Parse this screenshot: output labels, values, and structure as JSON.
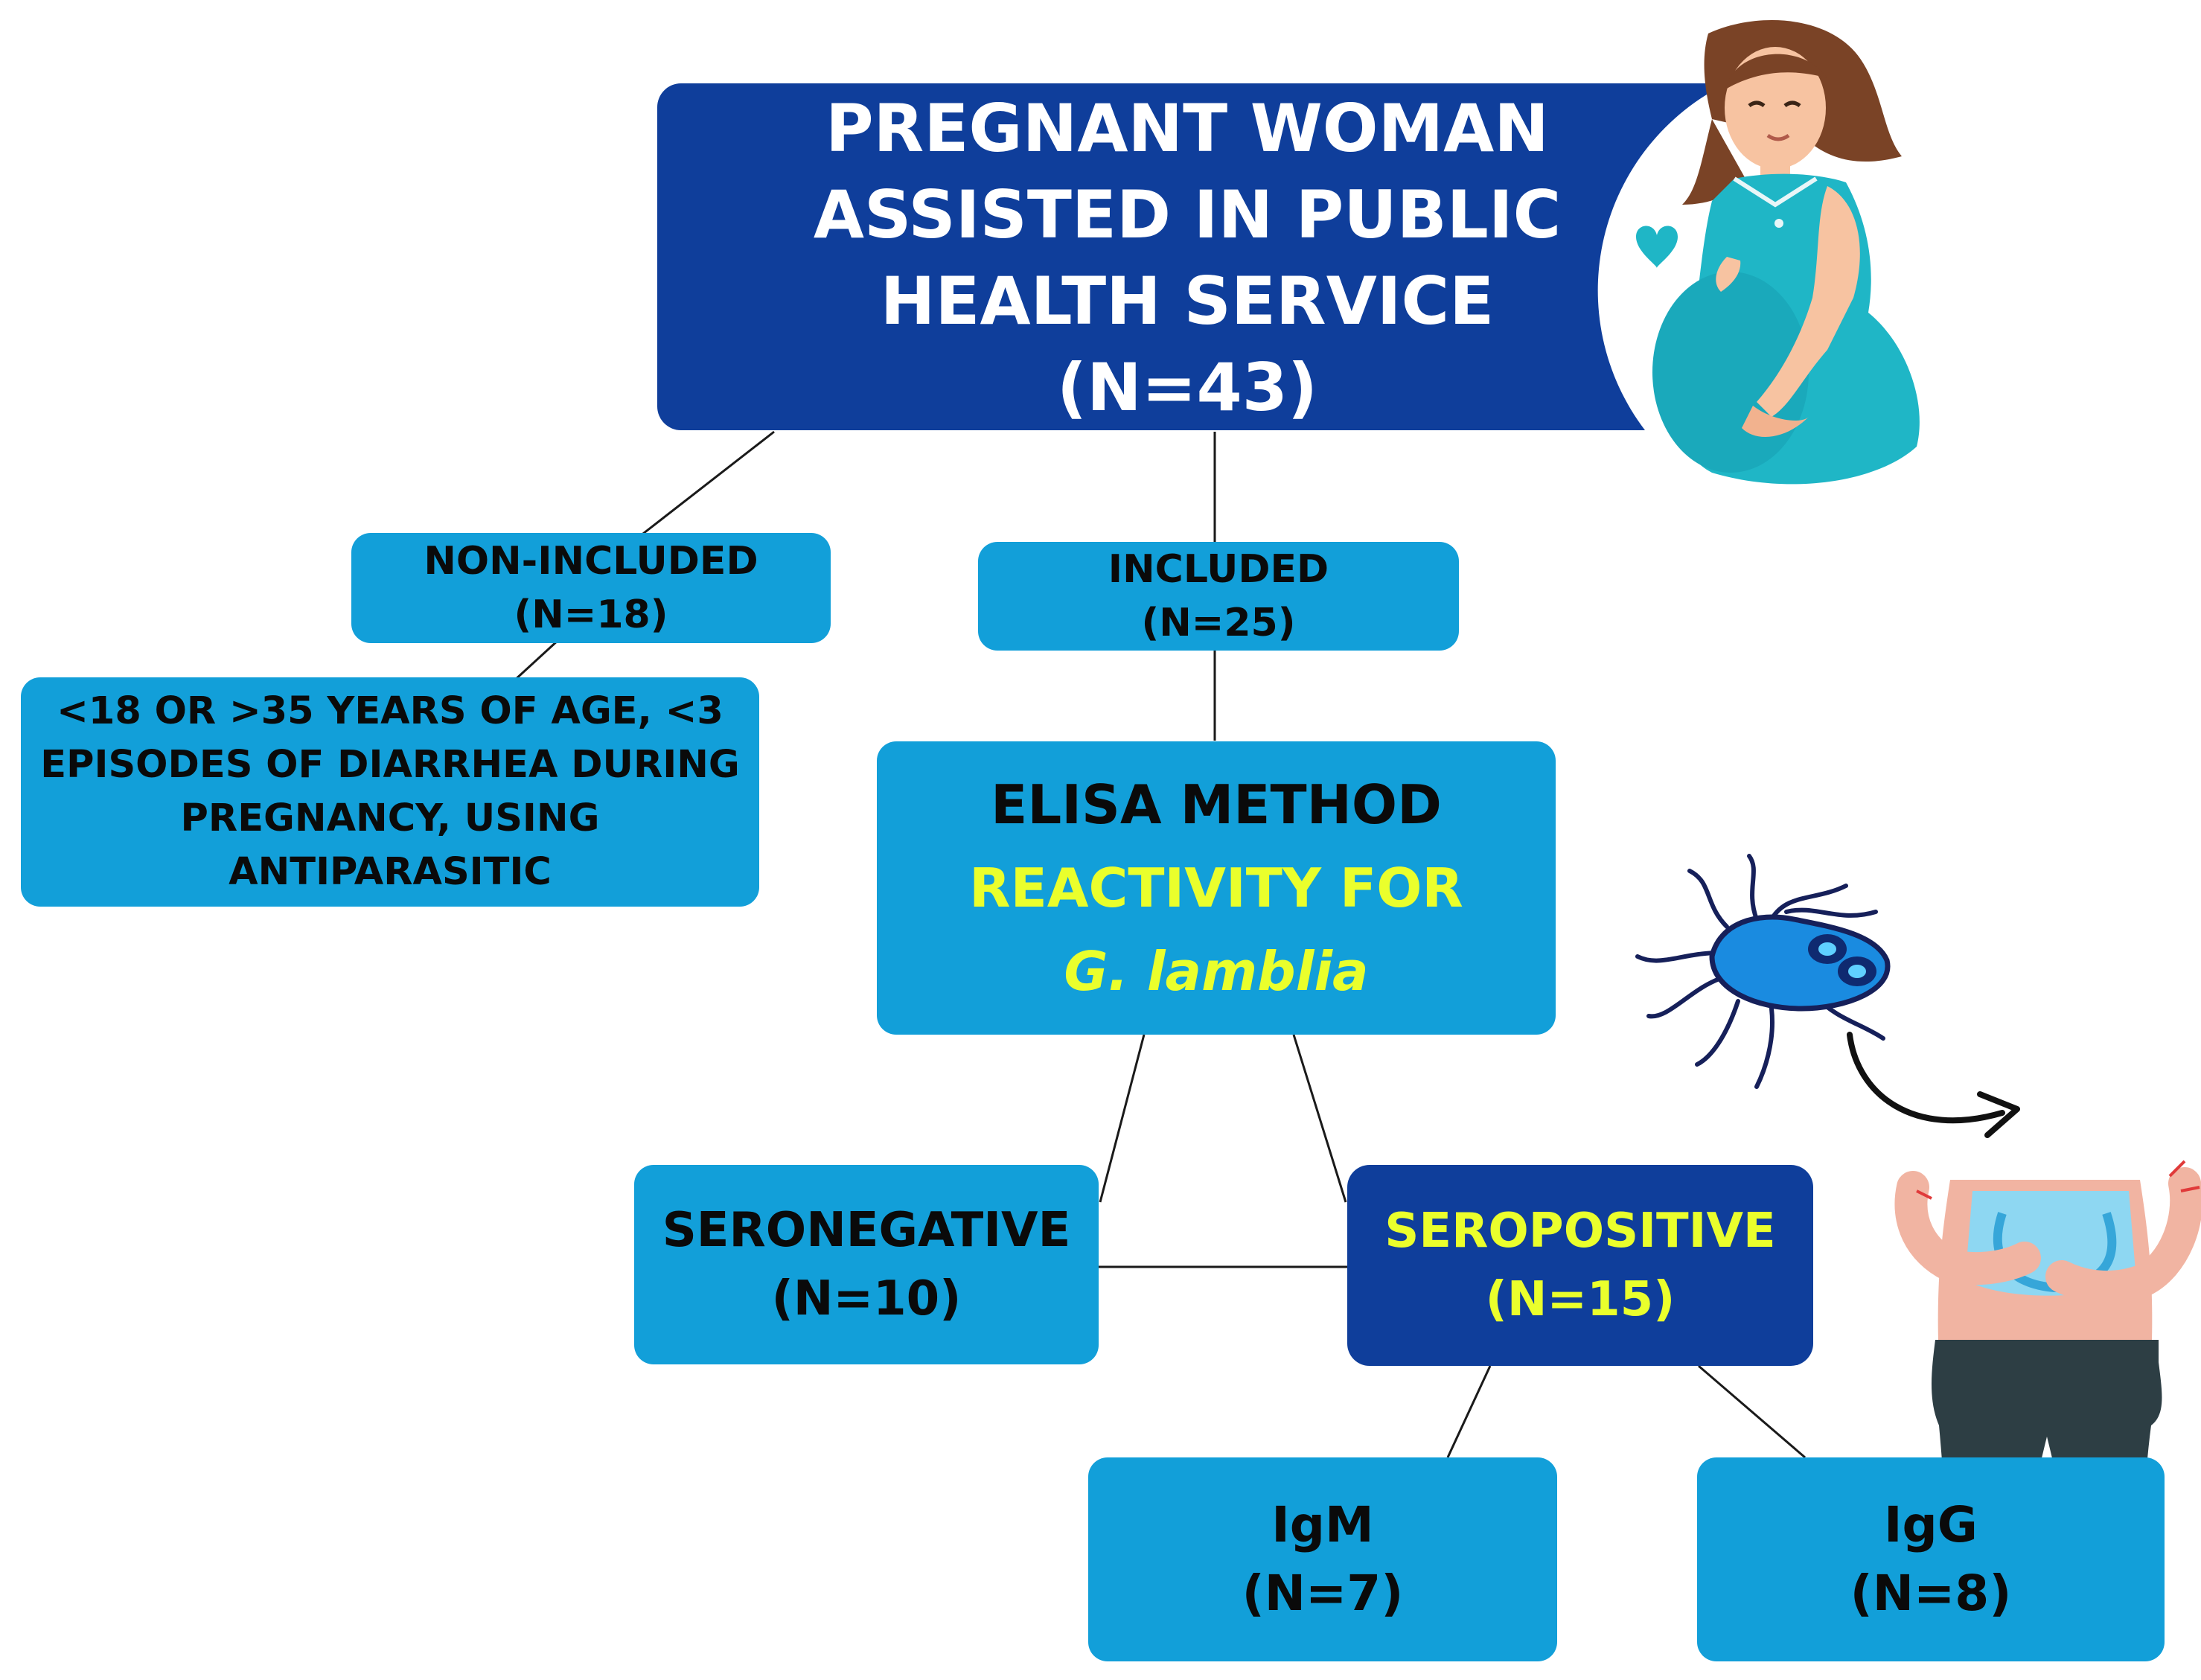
{
  "colors": {
    "dark_box": "#0f3e9b",
    "light_box": "#129fd9",
    "highlight_text": "#eaff2c",
    "connector": "#1a1a1a"
  },
  "nodes": {
    "root": {
      "lines": [
        "PREGNANT WOMAN",
        "ASSISTED IN PUBLIC",
        "HEALTH SERVICE"
      ],
      "count": "(N=43)"
    },
    "non_included": {
      "label": "NON-INCLUDED",
      "count": "(N=18)"
    },
    "included": {
      "label": "INCLUDED",
      "count": "(N=25)"
    },
    "exclusion_criteria": {
      "lines": [
        "<18 OR >35 YEARS OF AGE, <3",
        "EPISODES OF DIARRHEA DURING",
        "PREGNANCY, USING",
        "ANTIPARASITIC"
      ]
    },
    "elisa": {
      "title": "ELISA METHOD",
      "subtitle": "REACTIVITY FOR",
      "organism": "G. lamblia"
    },
    "seronegative": {
      "label": "SERONEGATIVE",
      "count": "(N=10)"
    },
    "seropositive": {
      "label": "SEROPOSITIVE",
      "count": "(N=15)"
    },
    "igm": {
      "label": "IgM",
      "count": "(N=7)"
    },
    "igg": {
      "label": "IgG",
      "count": "(N=8)"
    }
  },
  "illustrations": [
    "pregnant-woman-illustration",
    "giardia-parasite-illustration",
    "abdominal-pain-illustration"
  ]
}
